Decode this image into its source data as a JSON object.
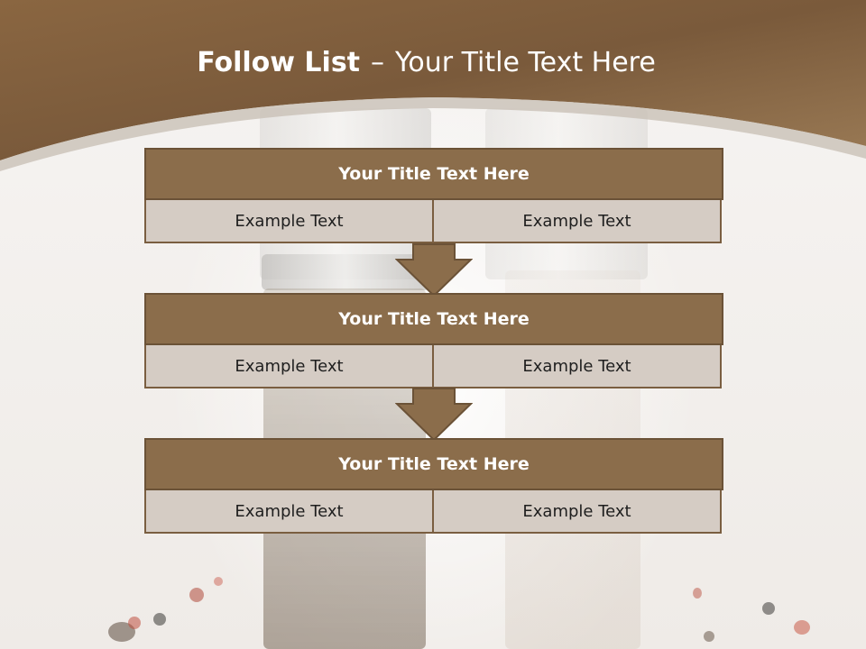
{
  "header": {
    "title_bold": "Follow List",
    "title_dash": "–",
    "title_rest": "Your Title Text Here"
  },
  "blocks": [
    {
      "title": "Your Title Text Here",
      "left": "Example Text",
      "right": "Example Text"
    },
    {
      "title": "Your Title Text Here",
      "left": "Example Text",
      "right": "Example Text"
    },
    {
      "title": "Your Title Text Here",
      "left": "Example Text",
      "right": "Example Text"
    }
  ],
  "colors": {
    "header_brown": "#7a5a3c",
    "block_title": "#8b6d4b",
    "cell_fill": "#d5ccc4",
    "arrow": "#8b6d4b"
  },
  "icons": [
    "down-arrow-icon",
    "down-arrow-icon"
  ]
}
